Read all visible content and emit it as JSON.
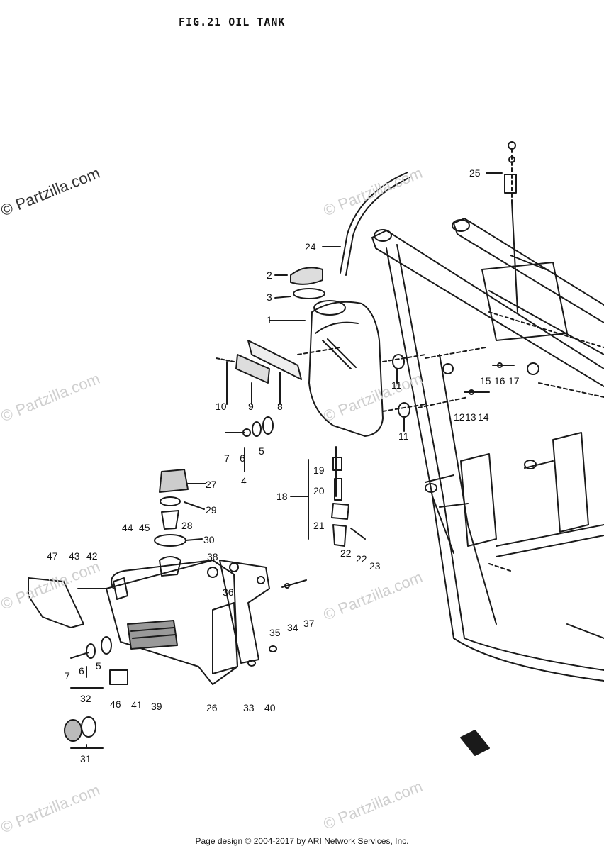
{
  "title": "FIG.21  OIL TANK",
  "watermark": "© Partzilla.com",
  "footer": "Page design © 2004-2017 by ARI Network Services, Inc.",
  "callouts": [
    "1",
    "2",
    "3",
    "4",
    "5",
    "6",
    "7",
    "8",
    "9",
    "10",
    "11",
    "12",
    "13",
    "14",
    "15",
    "16",
    "17",
    "18",
    "19",
    "20",
    "21",
    "22",
    "23",
    "24",
    "25",
    "26",
    "27",
    "28",
    "29",
    "30",
    "31",
    "32",
    "33",
    "34",
    "35",
    "36",
    "37",
    "38",
    "39",
    "40",
    "41",
    "42",
    "43",
    "44",
    "45",
    "46",
    "47"
  ]
}
